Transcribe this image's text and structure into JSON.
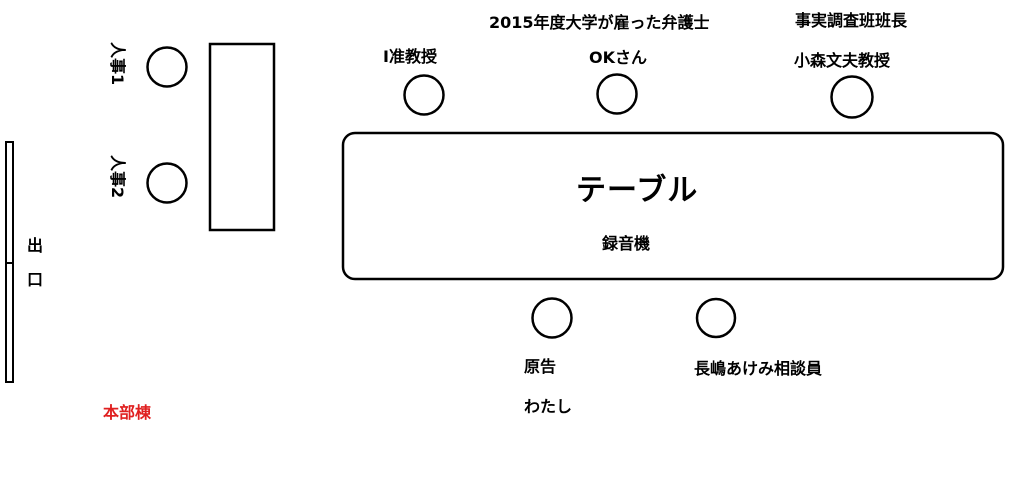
{
  "colors": {
    "line": "#000000",
    "accent": "#e02020",
    "background": "#ffffff"
  },
  "labels": {
    "lawyer_header": "2015年度大学が雇った弁護士",
    "committee_header": "事実調査班班長",
    "professor_i": "I准教授",
    "ok": "OKさん",
    "professor_komori": "小森文夫教授",
    "table": "テーブル",
    "recorder": "録音機",
    "plaintiff": "原告",
    "me": "わたし",
    "counselor": "長嶋あけみ相談員",
    "hr1": "人事1",
    "hr2": "人事2",
    "exit_char_1": "出",
    "exit_char_2": "口",
    "building": "本部棟"
  }
}
